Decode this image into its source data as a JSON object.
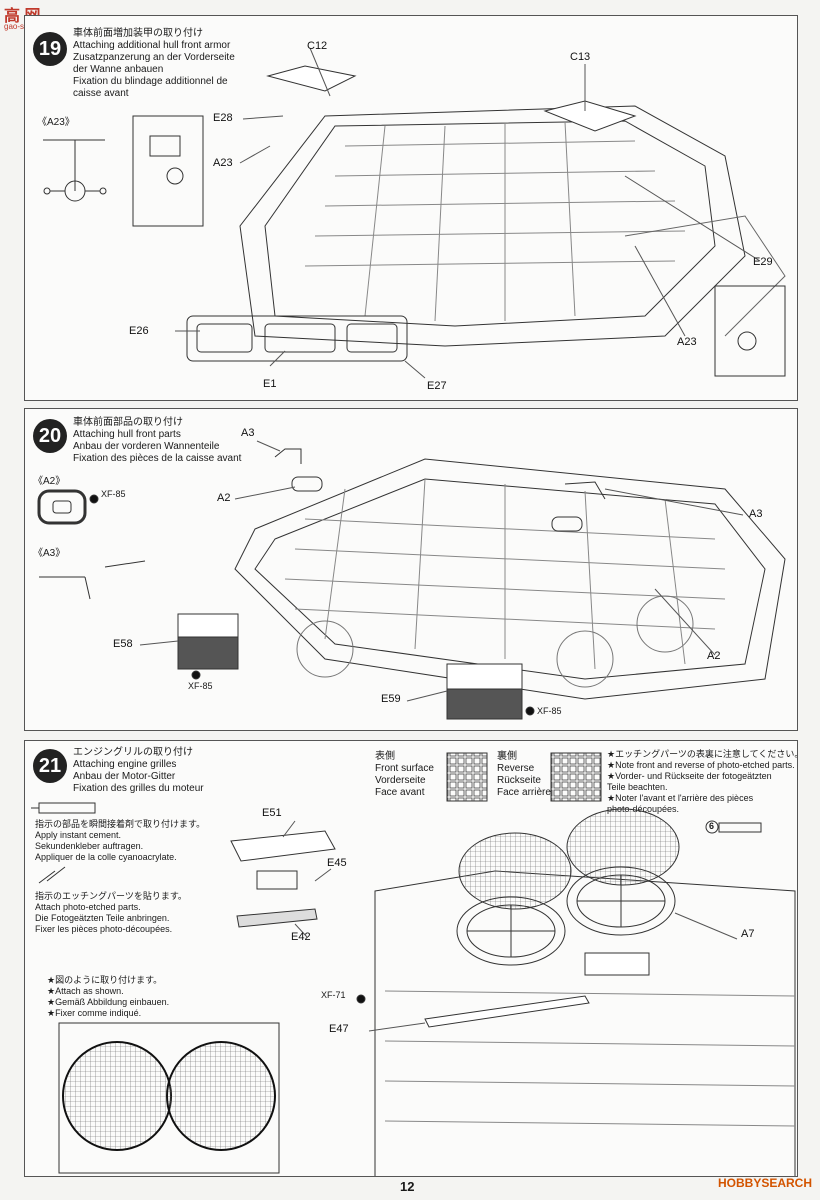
{
  "watermark": {
    "top": "高 网",
    "top_sub": "gao-shou.com",
    "bottom": "HOBBYSEARCH"
  },
  "page_number": "12",
  "step19": {
    "number": "19",
    "title_jp": "車体前面増加装甲の取り付け",
    "title_en": "Attaching additional hull front armor",
    "title_de1": "Zusatzpanzerung an der Vorderseite",
    "title_de2": "der Wanne anbauen",
    "title_fr1": "Fixation du blindage additionnel de",
    "title_fr2": "caisse avant",
    "sub_label": "《A23》",
    "parts": [
      "C12",
      "C13",
      "E28",
      "A23",
      "E29",
      "E26",
      "E1",
      "E27",
      "A23"
    ]
  },
  "step20": {
    "number": "20",
    "title_jp": "車体前面部品の取り付け",
    "title_en": "Attaching hull front parts",
    "title_de": "Anbau der vorderen Wannenteile",
    "title_fr": "Fixation des pièces de la caisse avant",
    "sub_a2": "《A2》",
    "sub_a3": "《A3》",
    "paint": "XF-85",
    "parts": [
      "A3",
      "A2",
      "A3",
      "A2",
      "E58",
      "E59"
    ]
  },
  "step21": {
    "number": "21",
    "title_jp": "エンジングリルの取り付け",
    "title_en": "Attaching engine grilles",
    "title_de": "Anbau der Motor-Gitter",
    "title_fr": "Fixation des grilles du moteur",
    "legend": {
      "front_jp": "表側",
      "front_en": "Front surface",
      "front_de": "Vorderseite",
      "front_fr": "Face avant",
      "rev_jp": "裏側",
      "rev_en": "Reverse",
      "rev_de": "Rückseite",
      "rev_fr": "Face arrière"
    },
    "note_pe": [
      "★エッチングパーツの表裏に注意してください。",
      "★Note front and reverse of photo-etched parts.",
      "★Vorder- und Rückseite der fotogeätzten",
      "Teile beachten.",
      "★Noter l'avant et l'arrière des pièces",
      "photo-découpées."
    ],
    "note_cement": [
      "指示の部品を瞬間接着剤で取り付けます。",
      "Apply instant cement.",
      "Sekundenkleber auftragen.",
      "Appliquer de la colle cyanoacrylate."
    ],
    "note_etch": [
      "指示のエッチングパーツを貼ります。",
      "Attach photo-etched parts.",
      "Die Fotogeätzten Teile anbringen.",
      "Fixer les pièces photo-découpées."
    ],
    "note_attach": [
      "★図のように取り付けます。",
      "★Attach as shown.",
      "★Gemäß Abbildung einbauen.",
      "★Fixer comme indiqué."
    ],
    "paint": "XF-71",
    "pe_ref": "6",
    "parts": [
      "E51",
      "E45",
      "E42",
      "A7",
      "E47"
    ]
  }
}
